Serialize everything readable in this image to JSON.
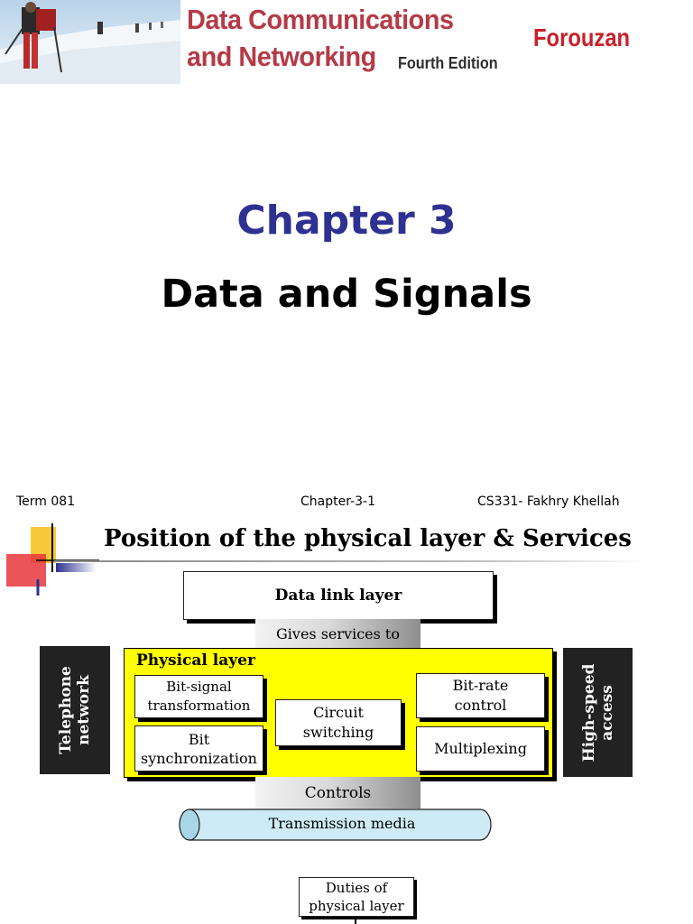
{
  "banner": {
    "book_title_line1": "Data Communications",
    "book_title_line2": "and Networking",
    "book_edition": "Fourth Edition",
    "book_author": "Forouzan"
  },
  "slide1": {
    "heading": "Chapter 3",
    "subtitle": "Data and Signals",
    "footer": {
      "left": "Term 081",
      "center": "Chapter-3-1",
      "right": "CS331- Fakhry Khellah"
    }
  },
  "slide2": {
    "title": "Position of the physical layer & Services",
    "diagram": {
      "data_link_layer": "Data link layer",
      "gives_services_to": "Gives services to",
      "physical_layer_label": "Physical layer",
      "boxes": {
        "bit_signal_line1": "Bit-signal",
        "bit_signal_line2": "transformation",
        "bit_sync_line1": "Bit",
        "bit_sync_line2": "synchronization",
        "circuit_line1": "Circuit",
        "circuit_line2": "switching",
        "bit_rate_line1": "Bit-rate",
        "bit_rate_line2": "control",
        "multiplexing": "Multiplexing"
      },
      "left_side_line1": "Telephone",
      "left_side_line2": "network",
      "right_side_line1": "High-speed",
      "right_side_line2": "access",
      "controls": "Controls",
      "transmission_media": "Transmission media",
      "duties_line1": "Duties of",
      "duties_line2": "physical layer"
    }
  },
  "colors": {
    "chapter_heading": "#2e3192",
    "book_title": "#b53a46",
    "physical_layer_fill": "#ffff00",
    "media_fill": "#cdeaf5"
  }
}
